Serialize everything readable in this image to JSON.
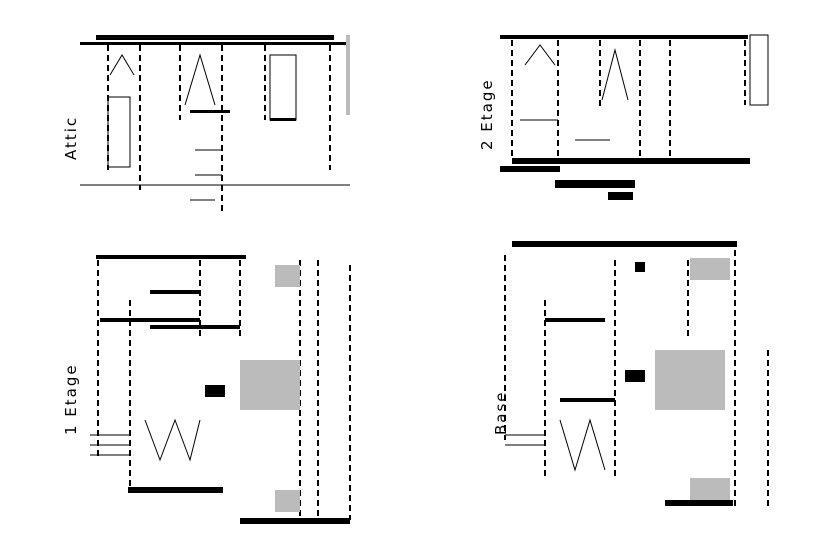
{
  "floors": [
    {
      "label": "Attic"
    },
    {
      "label": "2 Etage"
    },
    {
      "label": "1 Etage"
    },
    {
      "label": "Base"
    }
  ],
  "colors": {
    "wall": "#000000",
    "hatch": "#bbbbbb",
    "background": "#ffffff"
  }
}
